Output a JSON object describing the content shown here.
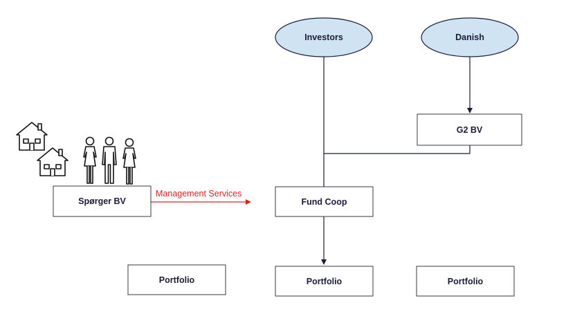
{
  "nodes": {
    "investors": "Investors",
    "danish": "Danish",
    "g2_bv": "G2 BV",
    "fund_coop": "Fund Coop",
    "sporger_bv": "Spørger BV",
    "portfolio_left": "Portfolio",
    "portfolio_center": "Portfolio",
    "portfolio_right": "Portfolio"
  },
  "edges": {
    "management_services": "Management Services"
  },
  "icons": {
    "houses": "house-icon",
    "people": "person-icon"
  },
  "colors": {
    "ellipse_fill": "#cfe3f3",
    "edge_label": "#e02020",
    "text": "#1b1b3a"
  }
}
